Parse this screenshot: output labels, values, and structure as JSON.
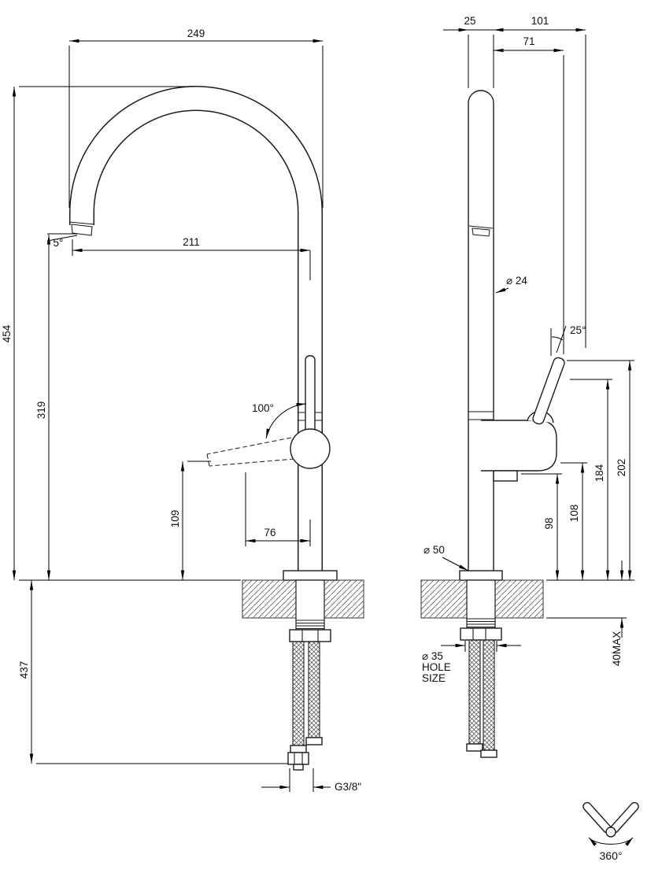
{
  "colors": {
    "line": "#1c1c1c",
    "background": "#ffffff"
  },
  "icons": {
    "swivel_icon": "faucet-handle-360-swivel-icon"
  },
  "front_view": {
    "top_width": "249",
    "spout_reach": "211",
    "spout_angle": "5°",
    "total_height": "454",
    "spout_height": "319",
    "handle_height": "109",
    "handle_offset": "76",
    "under_counter_depth": "437",
    "handle_rotation": "100°",
    "connection_thread": "G3/8\""
  },
  "side_view": {
    "top_depth": "25",
    "handle_reach_outer": "101",
    "handle_reach_inner": "71",
    "spout_diameter": "⌀ 24",
    "handle_tilt": "25°",
    "height_to_handle_top": "202",
    "height_to_handle_pivot": "184",
    "height_to_body_mid": "108",
    "height_to_body_bottom": "98",
    "base_diameter": "⌀ 50",
    "hole_diameter": "⌀ 35",
    "hole_word1": "HOLE",
    "hole_word2": "SIZE",
    "counter_thickness_max": "40MAX",
    "swivel_range": "360°"
  }
}
